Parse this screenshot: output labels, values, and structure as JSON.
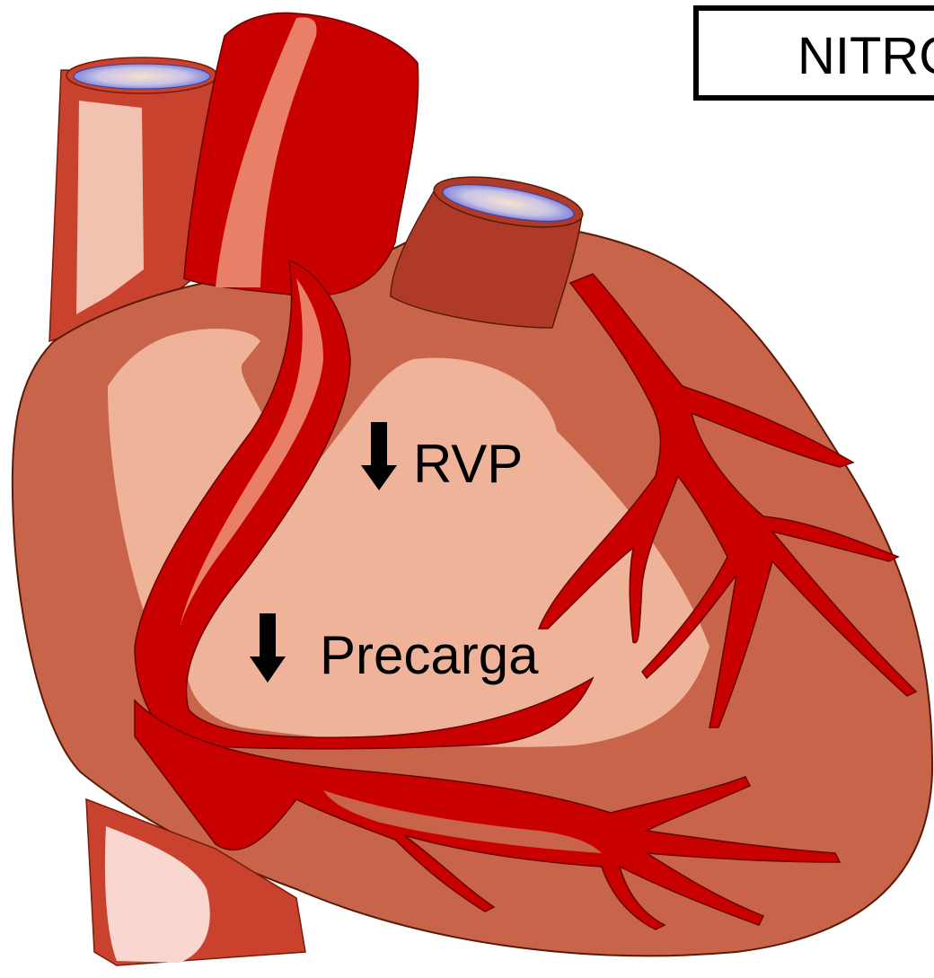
{
  "title": "NITRO",
  "labels": {
    "rvp": "RVP",
    "precarga": "Precarga"
  },
  "icons": {
    "rvp_arrow": "down-arrow-icon",
    "precarga_arrow": "down-arrow-icon"
  },
  "colors": {
    "myocardium": "#C8644A",
    "myocardium_light": "#EFB39A",
    "artery_red": "#C80000",
    "vessel_dark": "#B03A28",
    "vessel_highlight": "#E87F66",
    "lumen_blue": "#7E8BE0",
    "outline": "#5a1a0a"
  }
}
